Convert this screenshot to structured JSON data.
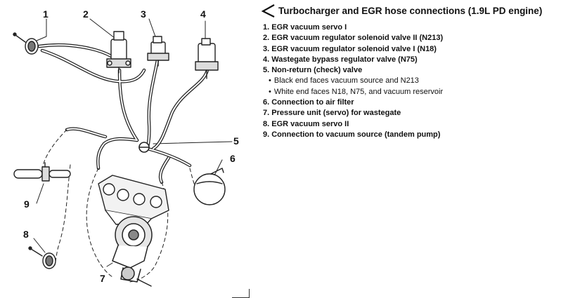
{
  "title": "Turbocharger and EGR hose connections (1.9L PD engine)",
  "items": [
    {
      "text": "1. EGR vacuum servo I",
      "sub": false
    },
    {
      "text": "2. EGR vacuum regulator solenoid valve II (N213)",
      "sub": false
    },
    {
      "text": "3. EGR vacuum regulator solenoid valve I (N18)",
      "sub": false
    },
    {
      "text": "4. Wastegate bypass regulator valve (N75)",
      "sub": false
    },
    {
      "text": "5. Non-return (check) valve",
      "sub": false
    },
    {
      "text": "Black end faces vacuum source and N213",
      "sub": true
    },
    {
      "text": "White end faces N18, N75, and vacuum reservoir",
      "sub": true
    },
    {
      "text": "6. Connection to air filter",
      "sub": false
    },
    {
      "text": "7. Pressure unit (servo) for wastegate",
      "sub": false
    },
    {
      "text": "8. EGR vacuum servo II",
      "sub": false
    },
    {
      "text": "9. Connection to vacuum source (tandem pump)",
      "sub": false
    }
  ],
  "callouts": {
    "c1": "1",
    "c2": "2",
    "c3": "3",
    "c4": "4",
    "c5": "5",
    "c6": "6",
    "c7": "7",
    "c8": "8",
    "c9": "9"
  }
}
